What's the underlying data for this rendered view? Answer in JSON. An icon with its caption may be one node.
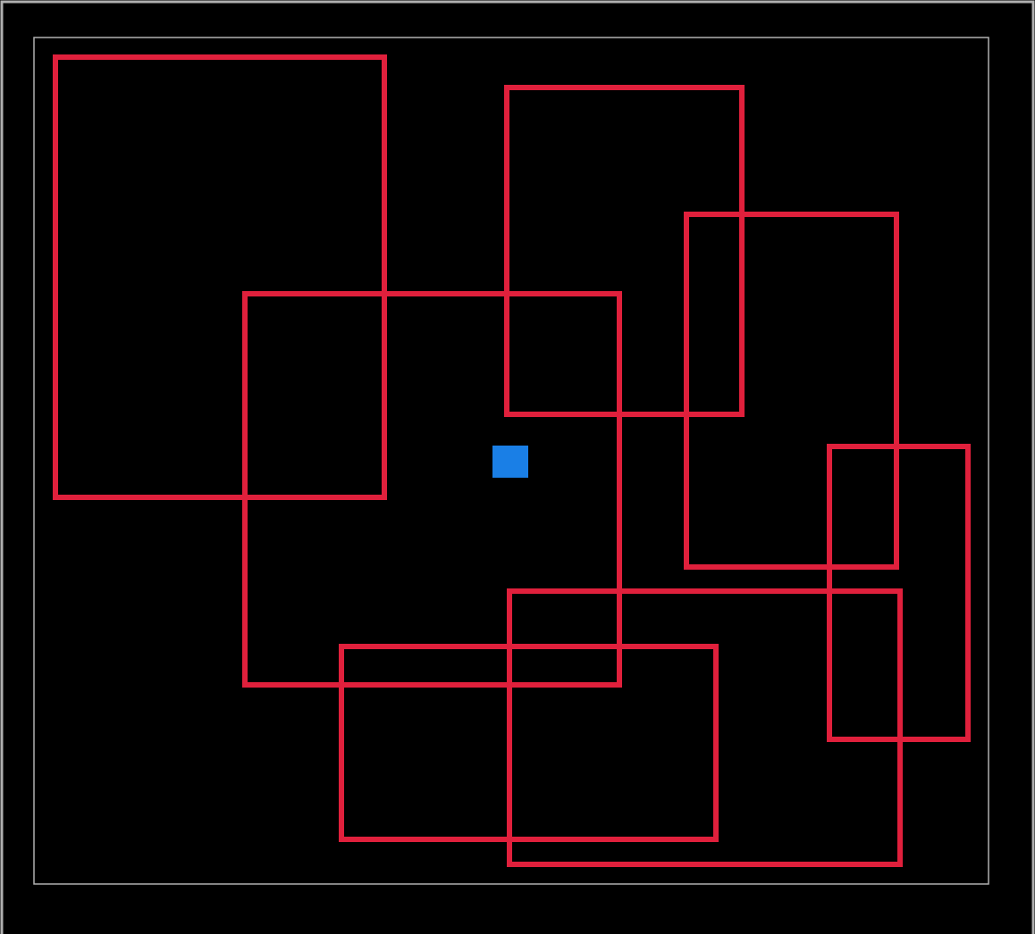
{
  "diagram": {
    "nodes": [
      {
        "text": [],
        "shape": "box"
      },
      {
        "text": [],
        "shape": "box"
      },
      {
        "text": [],
        "shape": "box"
      },
      {
        "text": [],
        "shape": "box"
      },
      {
        "text": [],
        "shape": "box",
        "in": 3
      },
      {
        "text": [],
        "shape": "box"
      },
      {
        "text": [],
        "shape": "box"
      },
      {
        "text": [],
        "shape": "box"
      }
    ]
  }
}
